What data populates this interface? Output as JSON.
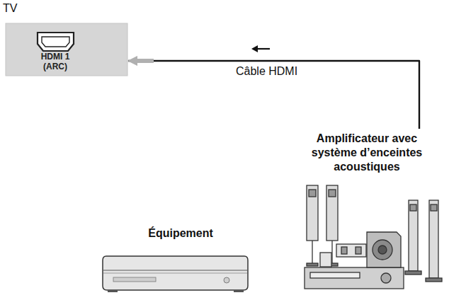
{
  "diagram": {
    "nodes": [
      {
        "text": [
          "TV",
          "HDMI 1 (ARC)"
        ]
      },
      {
        "text": [
          "Amplificateur avec système d’enceintes acoustiques"
        ]
      },
      {
        "text": [
          "Équipement"
        ]
      }
    ],
    "edges": [
      {
        "from": 1,
        "to": 0,
        "arrow": "to",
        "label": "Câble HDMI"
      }
    ]
  }
}
